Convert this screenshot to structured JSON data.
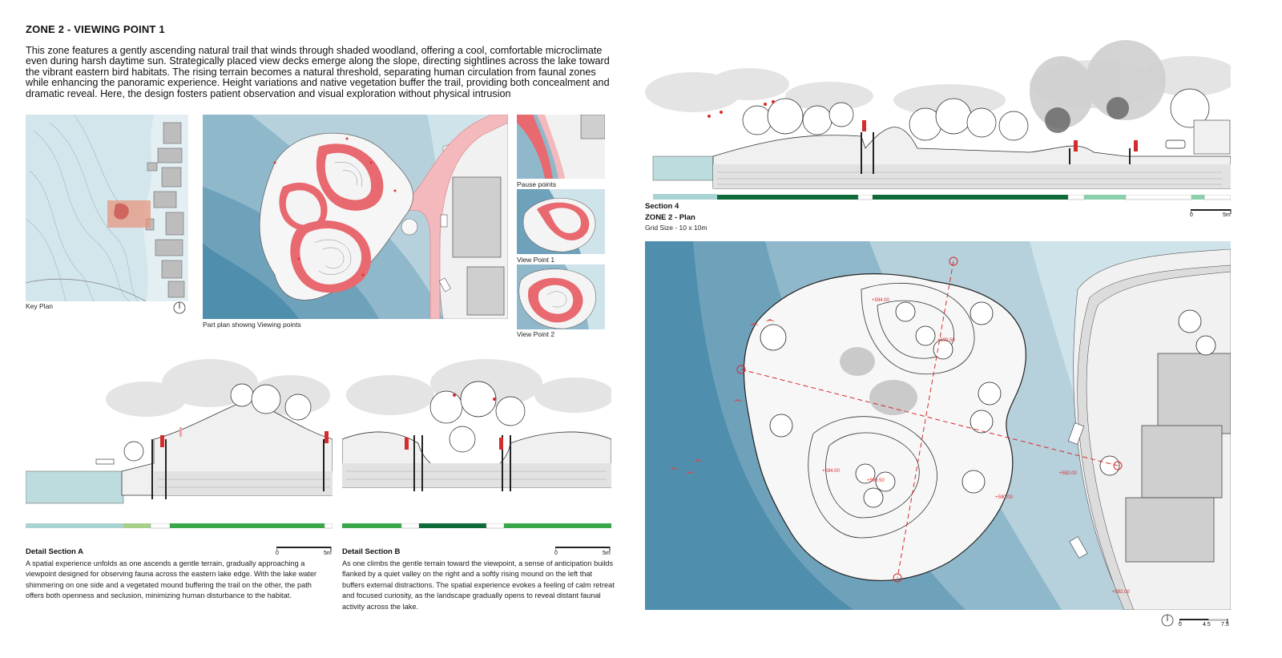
{
  "title": "ZONE 2 - VIEWING POINT 1",
  "intro": "This zone features a gently ascending natural trail that winds through shaded woodland, offering a cool, comfortable microclimate even during harsh daytime sun. Strategically placed view decks emerge along the slope, directing sightlines across the lake toward the vibrant eastern bird habitats. The rising terrain becomes a natural threshold, separating human circulation from faunal zones while enhancing the panoramic experience. Height variations and native vegetation buffer the trail, providing both concealment and dramatic reveal. Here, the design fosters patient observation and visual exploration without physical intrusion",
  "captions": {
    "key_plan": "Key Plan",
    "part_plan": "Part plan showng Viewing points",
    "pause_points": "Pause points",
    "view_point_1": "View Point 1",
    "view_point_2": "View Point 2"
  },
  "section4": {
    "label": "Section 4",
    "plan_title": "ZONE 2 - Plan",
    "grid_size": "Grid Size - 10 x 10m",
    "scale": [
      "0",
      "5m"
    ]
  },
  "detail_a": {
    "title": "Detail Section A",
    "text": "A spatial experience unfolds as one ascends a gentle terrain, gradually approaching a viewpoint designed for observing fauna across the eastern lake edge. With the lake water shimmering on one side and a vegetated mound buffering the trail on the other, the path offers both openness and seclusion, minimizing human disturbance to the habitat.",
    "scale": [
      "0",
      "5m"
    ]
  },
  "detail_b": {
    "title": "Detail Section B",
    "text": "As one climbs the gentle terrain toward the viewpoint, a sense of anticipation builds flanked by a quiet valley on the right and a softly rising mound on the left that buffers external distractions. The spatial experience evokes a feeling of calm retreat and focused curiosity, as the landscape gradually opens to reveal distant faunal activity across the lake.",
    "scale": [
      "0",
      "5m"
    ]
  },
  "plan_scale": [
    "0",
    "4.5",
    "7.5"
  ],
  "level_tags": [
    "+594.00",
    "+590.50",
    "+594.00",
    "+590.50",
    "+592.00",
    "+592.00",
    "+590.00"
  ],
  "colors": {
    "water_light": "#cfe3ea",
    "water_mid": "#8fb8cb",
    "water_deep": "#4f8eac",
    "path_red": "#e8696f",
    "path_pink": "#f3b9bc",
    "green_dark": "#0f6a3a",
    "green_mid": "#3aa64a",
    "teal_light": "#a9d3d2"
  },
  "icons": [
    "north-arrow-icon",
    "scale-bar-icon",
    "tree-icon",
    "bird-icon",
    "person-icon",
    "car-icon"
  ]
}
